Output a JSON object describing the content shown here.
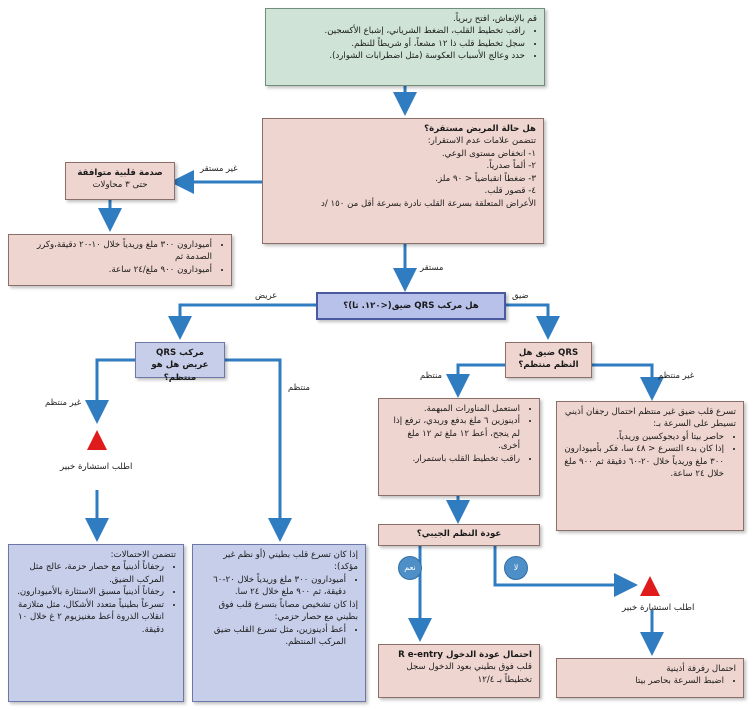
{
  "initial": {
    "line1": "قم بالإنعاش، افتح ربرياً.",
    "bullets": [
      "راقب تخطيط القلب، الضغط الشرياني، إشباع الأكسجين.",
      "سجل تخطيط قلب ذا ١٢ مشعاً، أو شريطاً للنظم.",
      "حدد وعالج الأسباب العكوسة (مثل اضطرابات الشوارد)."
    ]
  },
  "stability": {
    "title": "هل حالة المريض مستقرة؟",
    "intro": "تتضمن علامات عدم الاستقرار:",
    "items": [
      "١- انخفاض مستوى الوعي.",
      "٢- ألماً صدرياً.",
      "٣- ضغطاً انقباضياً < ٩٠ ملز.",
      "٤- قصور قلب."
    ],
    "note": "الأعراض المتعلقة بسرعة القلب نادرة بسرعة أقل من ١٥٠ /د"
  },
  "unstable_label": "غير مستقر",
  "stable_label": "مستقر",
  "shock": {
    "line1": "صدمة قلبية متوافقة",
    "line2": "حتى ٣ محاولات"
  },
  "amiodarone": [
    "أميودارون ٣٠٠ ملغ وريدياً خلال ١٠-٢٠ دقيقة،وكرر الصدمة ثم",
    "أميودارون ٩٠٠ ملغ/٢٤ ساعة."
  ],
  "qrs_question": "هل مركب QRS ضيق(<١٢٠. ثا)؟",
  "wide_label": "عريض",
  "narrow_label": "ضيق",
  "wide_box": "مركب QRS عريض هل هو منتظم؟",
  "narrow_box": "QRS ضيق هل النظم منتظم؟",
  "irregular_label": "غير منتظم",
  "regular_label": "منتظم",
  "seek_expert": "اطلب استشارة خبير",
  "wide_irregular": {
    "intro": "تتضمن الاحتمالات:",
    "bullets": [
      "رجفاناً أذينياً مع حصار حزمة، عالج مثل المركب الضيق.",
      "رجفاناً أذينياً مسبق الاستثارة بالأميودارون.",
      "تسرعاً بطينياً متعدد الأشكال، مثل متلازمة انقلاب الذروة أعط مغنيزيوم ٢ غ خلال ١٠ دقيقة."
    ]
  },
  "wide_regular": {
    "intro": "إذا كان تسرع قلب بطيني (أو نظم غير مؤكد):",
    "bullets": [
      "أميودارون ٣٠٠ ملغ وريدياً خلال ٢٠-٦٠ دقيقة، ثم ٩٠٠ ملغ خلال ٢٤ سا."
    ],
    "mid": "إذا كان تشخيص مصاباً بتسرع قلب فوق بطيني مع حصار حزمي:",
    "bullets2": [
      "أعط أدينوزين، مثل تسرع القلب ضيق المركب المنتظم."
    ]
  },
  "narrow_regular": {
    "bullets": [
      "استعمل المناورات المبهمة.",
      "أدينوزين ٦ ملغ بدفع وريدي، ترفع إذا لم ينجح، أعط ١٢ ملغ ثم ١٢ ملغ أخرى.",
      "راقب تخطيط القلب باستمرار."
    ]
  },
  "narrow_irregular": {
    "intro": "تسرع قلب ضيق غير منتظم احتمال رجفان أذيني تسيطر على السرعة بـ:",
    "bullets": [
      "حاصر بيتا أو ديجوكسين وريدياً.",
      "إذا كان بدء التسرع < ٤٨ سا، فكر بأميودارون ٣٠٠ ملغ وريدياً خلال ٢٠-٦٠ دقيقة ثم ٩٠٠ ملغ خلال ٢٤ ساعة."
    ]
  },
  "sinus_question": "عودة النظم الجيبي؟",
  "yes": "نعم",
  "no": "لا",
  "reentry": {
    "title": "احتمال عودة الدخول R e-entry",
    "text": "قلب فوق بطيني بعود الدخول سجل تخطيطاً بـ ١٢/٤"
  },
  "flutter": {
    "title": "احتمال رفرفة أذينية",
    "bullets": [
      "اضبط السرعة بحاصر بيتا"
    ]
  },
  "colors": {
    "arrow": "#2f7cc0",
    "green": "#cfe3d6",
    "pink": "#efd5d0",
    "blue": "#c7ceea",
    "alert": "#e01b1b"
  }
}
